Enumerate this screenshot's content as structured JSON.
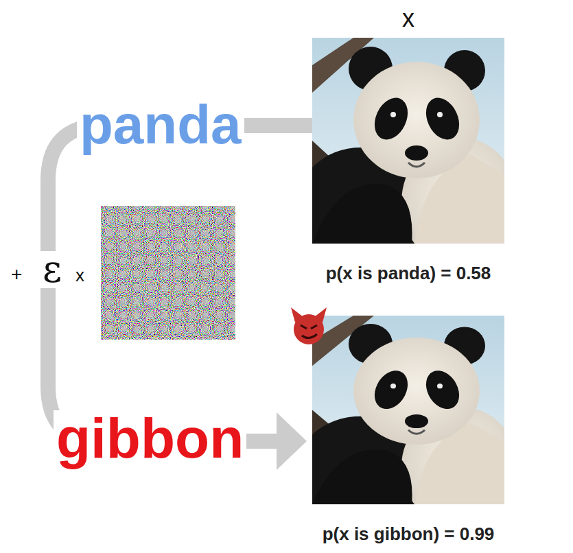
{
  "diagram": {
    "nodes": [
      {
        "text": [
          "x",
          "p(x is panda) = 0.58"
        ]
      },
      {
        "text": [
          "p(x is gibbon) = 0.99"
        ]
      }
    ],
    "edges": [
      {
        "from": 0,
        "to": 1,
        "arrow": "to",
        "label": "gibbon"
      }
    ],
    "labels": [
      "panda",
      "+",
      "ε",
      "x"
    ]
  }
}
